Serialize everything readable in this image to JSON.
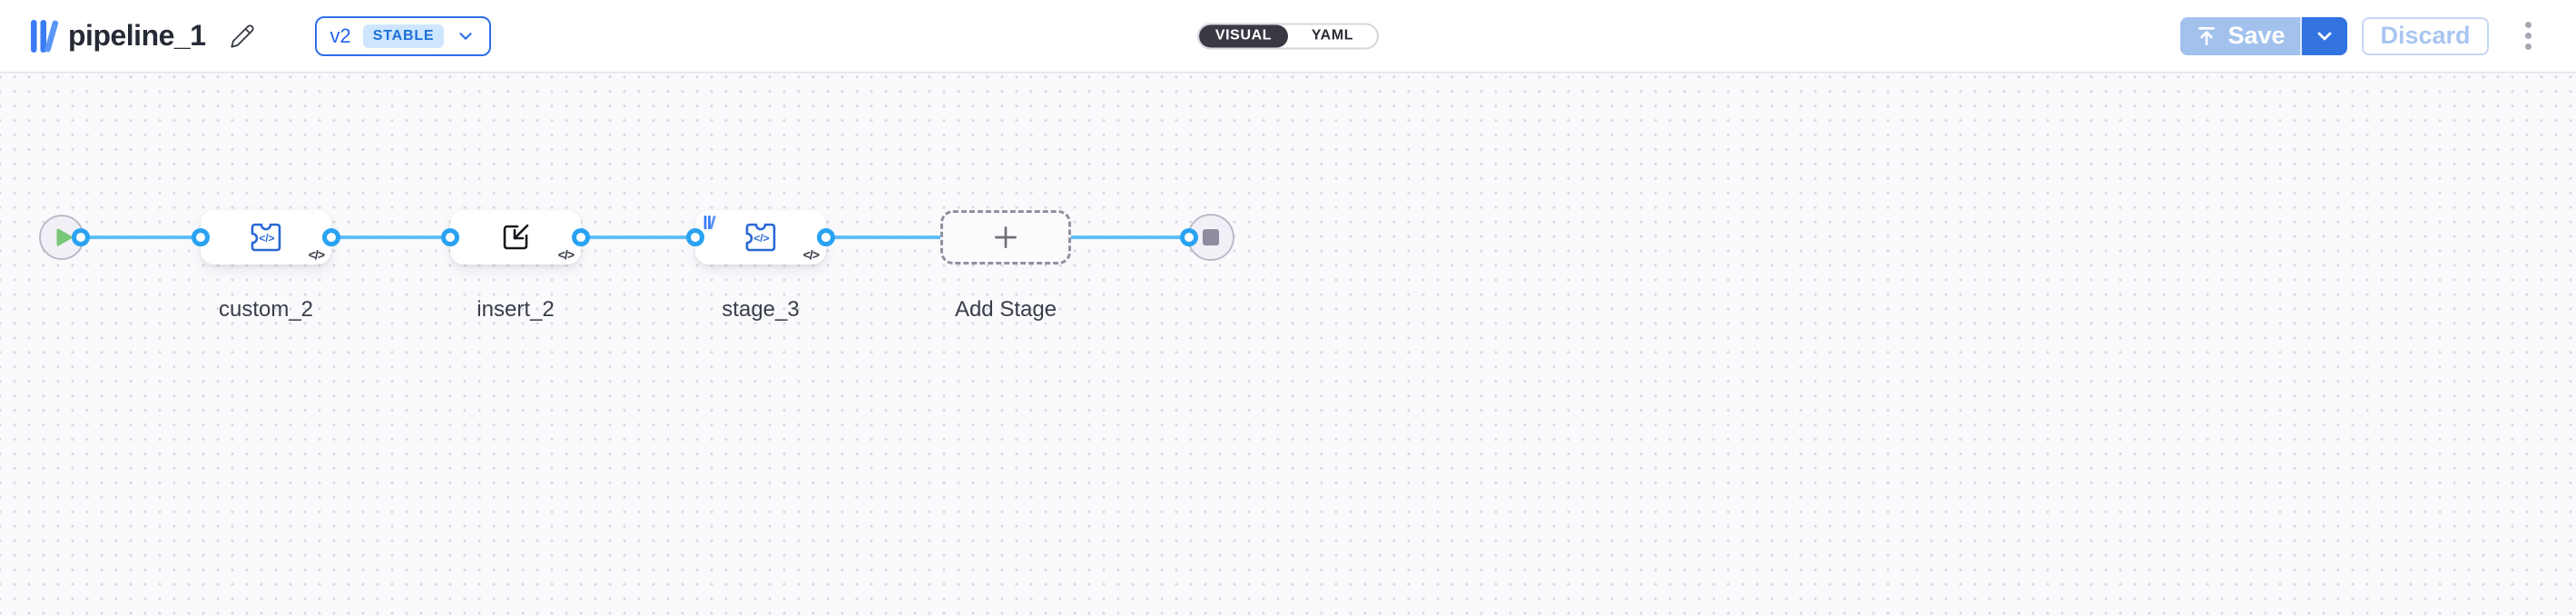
{
  "header": {
    "title": "pipeline_1",
    "version": {
      "label": "v2",
      "status_badge": "STABLE"
    },
    "view_toggle": {
      "options": [
        {
          "label": "VISUAL",
          "active": true
        },
        {
          "label": "YAML",
          "active": false
        }
      ]
    },
    "actions": {
      "save_label": "Save",
      "save_enabled": false,
      "discard_label": "Discard"
    }
  },
  "canvas": {
    "code_badge": "</>",
    "nodes": [
      {
        "id": "start",
        "kind": "trigger",
        "icon": "play-icon",
        "label": ""
      },
      {
        "id": "custom_2",
        "kind": "component",
        "icon": "puzzle-code-icon",
        "label": "custom_2"
      },
      {
        "id": "insert_2",
        "kind": "component",
        "icon": "import-icon",
        "label": "insert_2"
      },
      {
        "id": "stage_3",
        "kind": "component",
        "icon": "puzzle-code-icon",
        "label": "stage_3",
        "has_logo_badge": true
      },
      {
        "id": "add_stage",
        "kind": "add-placeholder",
        "icon": "plus-icon",
        "label": "Add Stage"
      },
      {
        "id": "end",
        "kind": "end",
        "icon": "stop-icon",
        "label": ""
      }
    ],
    "connections": [
      [
        "start",
        "custom_2"
      ],
      [
        "custom_2",
        "insert_2"
      ],
      [
        "insert_2",
        "stage_3"
      ],
      [
        "stage_3",
        "add_stage"
      ],
      [
        "add_stage",
        "end"
      ]
    ]
  },
  "colors": {
    "accent_blue": "#2e6fe8",
    "edge_blue": "#5fbdf6",
    "port_blue": "#2aa2f2",
    "icon_blue": "#2968d6",
    "save_disabled_bg": "#a2c1ed",
    "save_caret_bg": "#3273e0",
    "toggle_active_bg": "#3b3844",
    "stable_badge_bg": "#cde6fd",
    "stable_badge_text": "#1b6fd6",
    "play_green": "#79c778",
    "stop_gray": "#8e8ca0",
    "canvas_bg": "#fafafd"
  }
}
